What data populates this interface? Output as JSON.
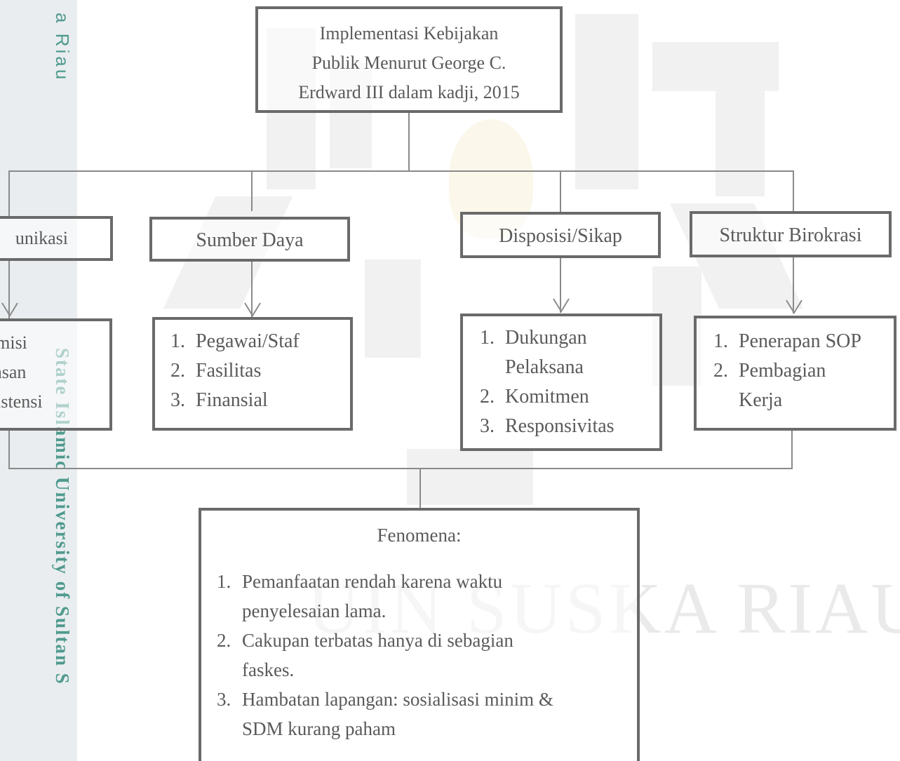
{
  "margin": {
    "top_text": "a Riau",
    "bottom_text": "State Islamic University of Sultan S"
  },
  "watermark": {
    "text": "UIN SUSKA RIAU"
  },
  "root": {
    "lines": [
      "Implementasi Kebijakan",
      "Publik Menurut George C.",
      "Erdward III dalam kadji, 2015"
    ]
  },
  "categories": [
    {
      "label": "unikasi",
      "items": [
        {
          "num": "",
          "lines": [
            "smisi"
          ]
        },
        {
          "num": "",
          "lines": [
            "lasan"
          ]
        },
        {
          "num": "",
          "lines": [
            "sistensi"
          ]
        }
      ]
    },
    {
      "label": "Sumber Daya",
      "items": [
        {
          "num": "1.",
          "lines": [
            "Pegawai/Staf"
          ]
        },
        {
          "num": "2.",
          "lines": [
            "Fasilitas"
          ]
        },
        {
          "num": "3.",
          "lines": [
            "Finansial"
          ]
        }
      ]
    },
    {
      "label": "Disposisi/Sikap",
      "items": [
        {
          "num": "1.",
          "lines": [
            "Dukungan",
            "Pelaksana"
          ]
        },
        {
          "num": "2.",
          "lines": [
            "Komitmen"
          ]
        },
        {
          "num": "3.",
          "lines": [
            "Responsivitas"
          ]
        }
      ]
    },
    {
      "label": "Struktur Birokrasi",
      "items": [
        {
          "num": "1.",
          "lines": [
            "Penerapan SOP"
          ]
        },
        {
          "num": "2.",
          "lines": [
            "Pembagian",
            "Kerja"
          ]
        }
      ]
    }
  ],
  "fenomena": {
    "title": "Fenomena:",
    "items": [
      {
        "num": "1.",
        "lines": [
          "Pemanfaatan rendah karena waktu",
          "penyelesaian lama."
        ]
      },
      {
        "num": "2.",
        "lines": [
          "Cakupan terbatas hanya di sebagian",
          "faskes."
        ]
      },
      {
        "num": "3.",
        "lines": [
          "Hambatan lapangan: sosialisasi minim &",
          "SDM kurang paham"
        ]
      }
    ]
  },
  "colors": {
    "box_border": "#6a6a6a",
    "connector": "#8a8a8a",
    "text": "#5a5a5a",
    "margin_text": "#4f9a8d",
    "margin_bg": "#e9edf0"
  }
}
